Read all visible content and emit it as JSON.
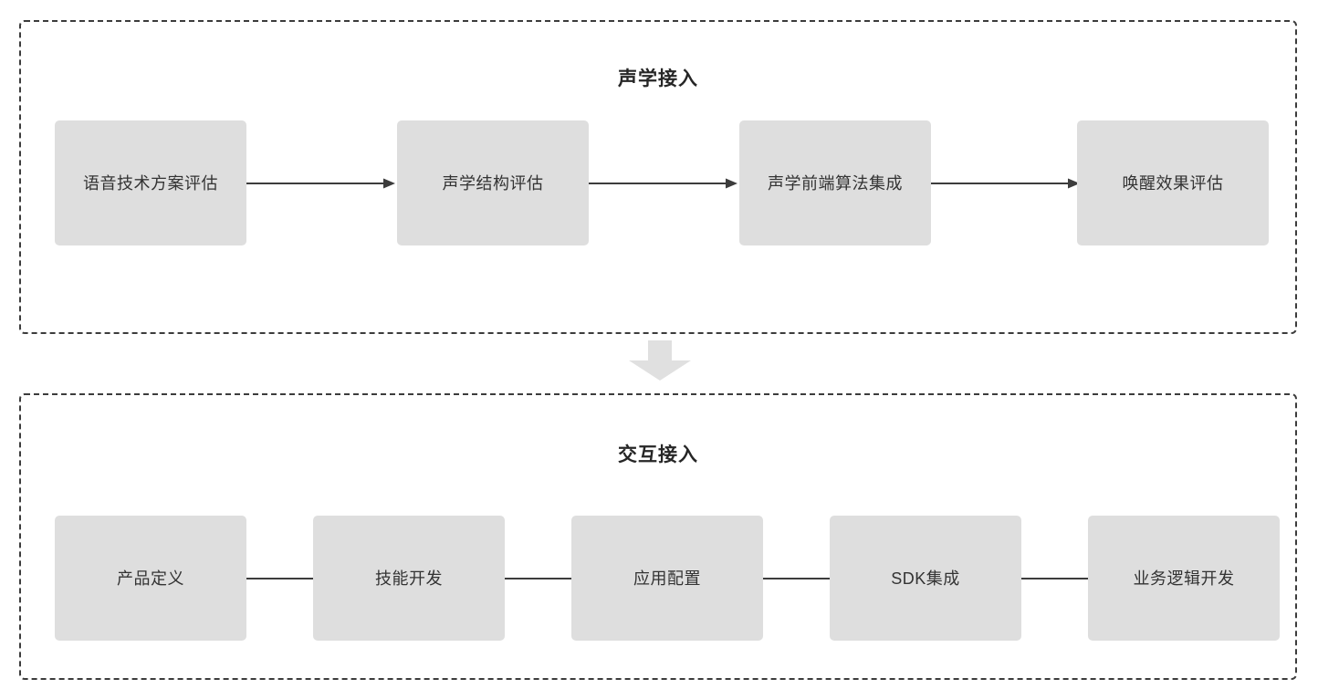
{
  "diagram": {
    "title_visible": false,
    "connector_arrow_color": "#3c3c3c",
    "node_fill_color": "#dedede",
    "node_text_color": "#333333",
    "group_border_color": "#3c3c3c",
    "flow_arrow_color": "#e0e0e0"
  },
  "groups": [
    {
      "id": "acoustic",
      "title": "声学接入",
      "nodes": [
        {
          "label": "语音技术方案评估"
        },
        {
          "label": "声学结构评估"
        },
        {
          "label": "声学前端算法集成"
        },
        {
          "label": "唤醒效果评估"
        }
      ]
    },
    {
      "id": "interaction",
      "title": "交互接入",
      "nodes": [
        {
          "label": "产品定义"
        },
        {
          "label": "技能开发"
        },
        {
          "label": "应用配置"
        },
        {
          "label": "SDK集成"
        },
        {
          "label": "业务逻辑开发"
        }
      ]
    }
  ],
  "flow_connector": {
    "name": "down-arrow",
    "from_group": "声学接入",
    "to_group": "交互接入"
  }
}
